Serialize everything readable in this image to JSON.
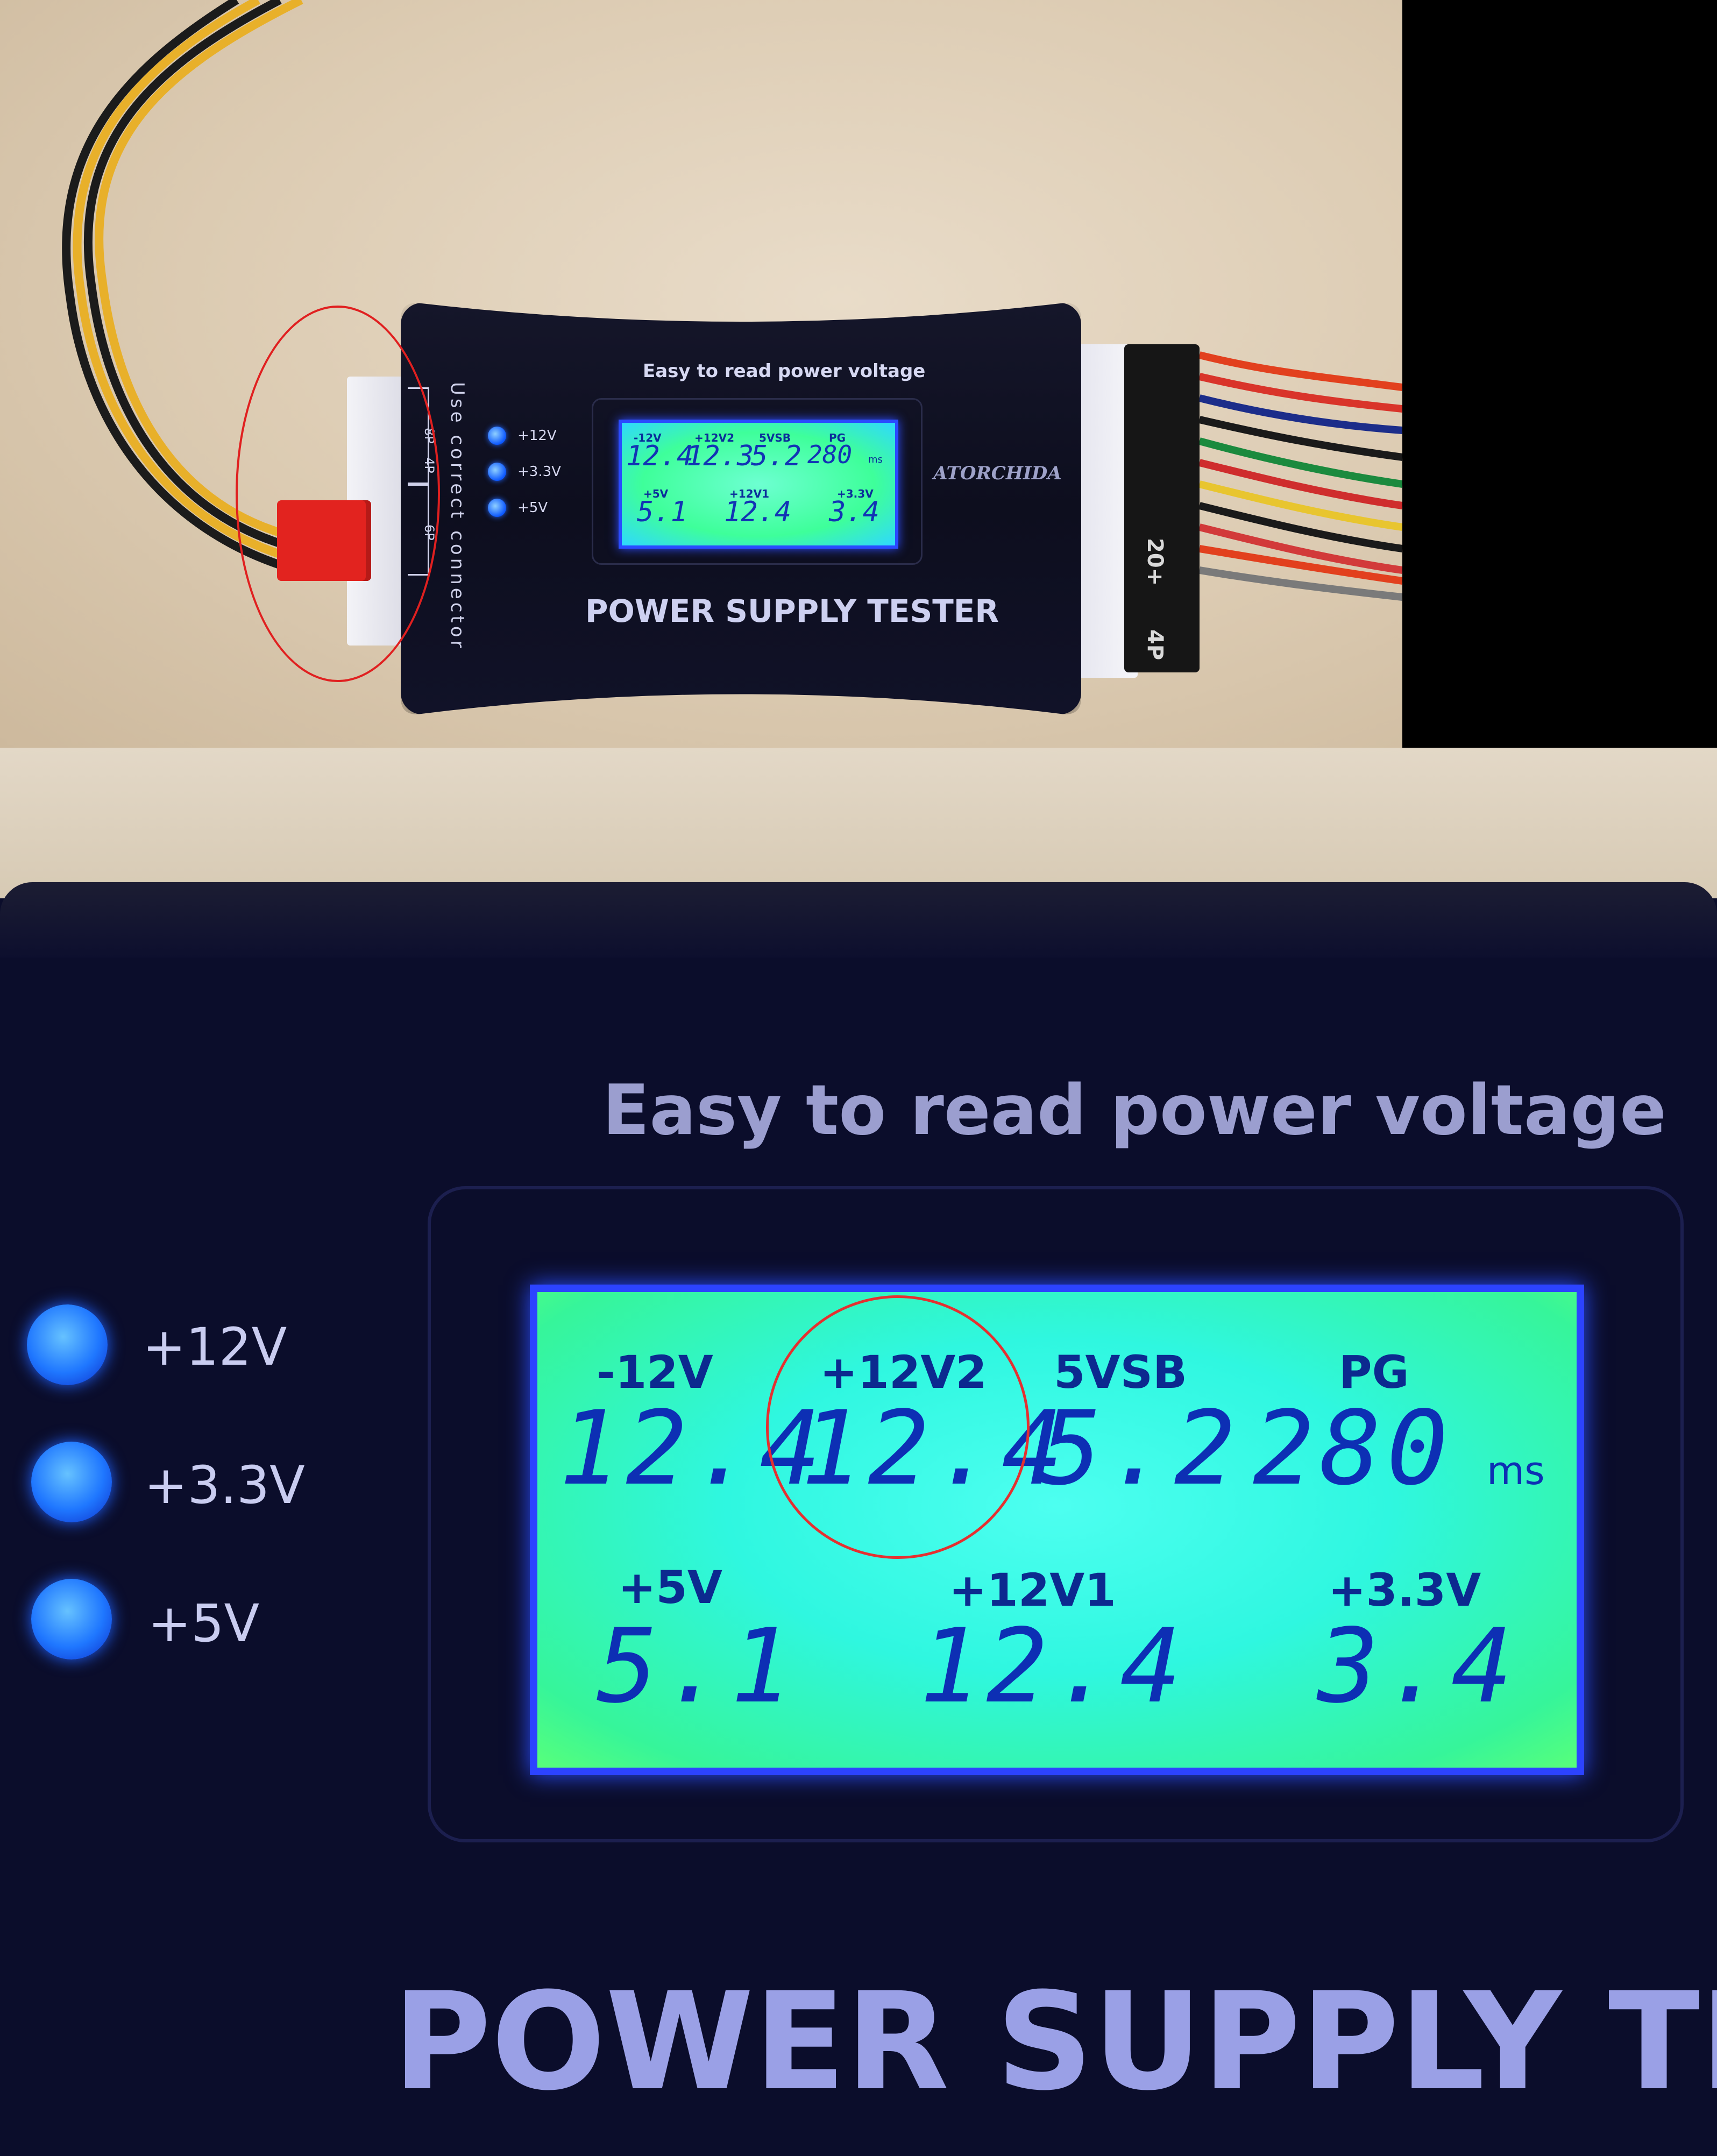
{
  "top": {
    "heading": "Easy to read power voltage",
    "brand": "POWER SUPPLY TESTER",
    "logo": "ATORCHIDA",
    "vertical_label": "Use correct connector",
    "pin_labels": [
      "8P",
      "4P",
      "6P"
    ],
    "connector_tags": [
      "20+",
      "4P"
    ],
    "leds": [
      "+12V",
      "+3.3V",
      "+5V"
    ],
    "lcd": {
      "row1": [
        {
          "label": "-12V",
          "value": "12.4"
        },
        {
          "label": "+12V2",
          "value": "12.3"
        },
        {
          "label": "5VSB",
          "value": "5.2"
        },
        {
          "label": "PG",
          "value": "280"
        }
      ],
      "row2": [
        {
          "label": "+5V",
          "value": "5.1"
        },
        {
          "label": "+12V1",
          "value": "12.4"
        },
        {
          "label": "+3.3V",
          "value": "3.4"
        }
      ],
      "unit": "ms"
    }
  },
  "bottom": {
    "heading": "Easy to read power voltage",
    "brand": "POWER SUPPLY TESTER",
    "leds": [
      "+12V",
      "+3.3V",
      "+5V"
    ],
    "lcd": {
      "row1": [
        {
          "label": "-12V",
          "value": "12.4"
        },
        {
          "label": "+12V2",
          "value": "12.4"
        },
        {
          "label": "5VSB",
          "value": "5.2"
        },
        {
          "label": "PG",
          "value": "280"
        }
      ],
      "row2": [
        {
          "label": "+5V",
          "value": "5.1"
        },
        {
          "label": "+12V1",
          "value": "12.4"
        },
        {
          "label": "+3.3V",
          "value": "3.4"
        }
      ],
      "unit": "ms"
    }
  },
  "colors": {
    "lcd_text": "#0d2fb4",
    "lcd_backlight": "#2ff7e0",
    "led_blue": "#1f77ff",
    "annotation_red": "#e02020",
    "connector_red": "#e2231f"
  }
}
